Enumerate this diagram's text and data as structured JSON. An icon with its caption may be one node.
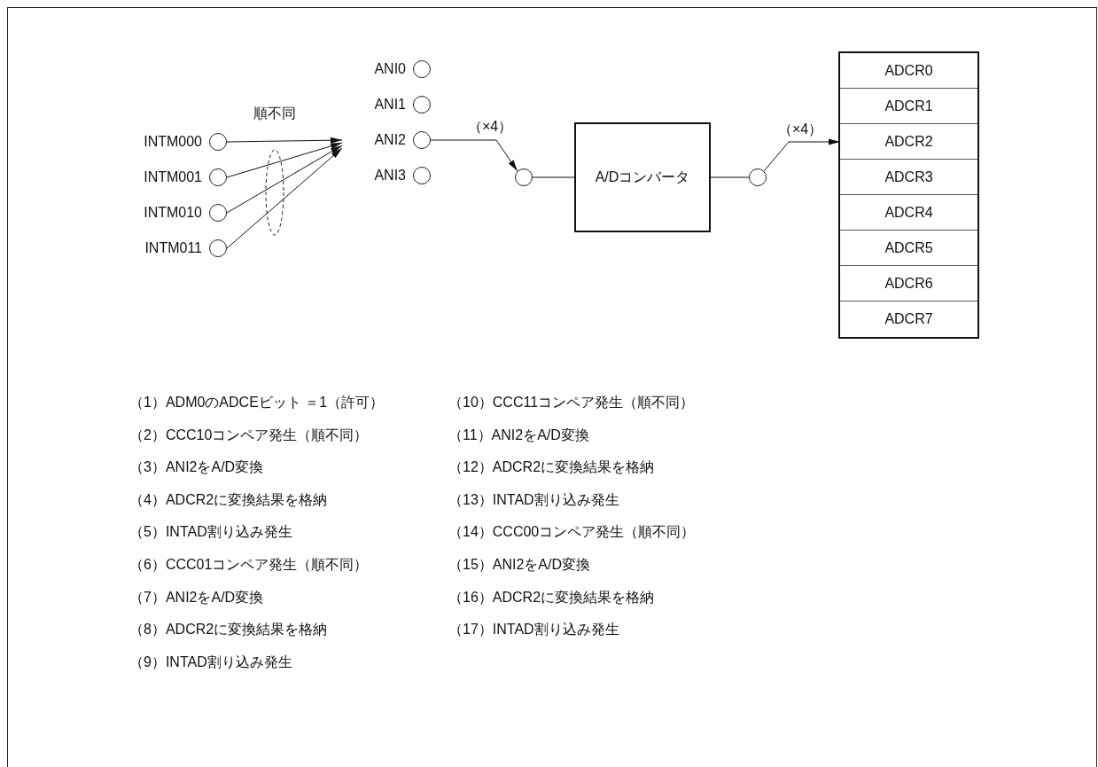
{
  "diagram": {
    "nodes": [
      {
        "text": [],
        "shape": "circle",
        "beside": [
          "INTM000"
        ]
      },
      {
        "text": [],
        "shape": "circle",
        "beside": [
          "INTM001"
        ]
      },
      {
        "text": [],
        "shape": "circle",
        "beside": [
          "INTM010"
        ]
      },
      {
        "text": [],
        "shape": "circle",
        "beside": [
          "INTM011"
        ]
      },
      {
        "text": [],
        "shape": "circle",
        "beside": [
          "ANI0"
        ]
      },
      {
        "text": [],
        "shape": "circle",
        "beside": [
          "ANI1"
        ]
      },
      {
        "text": [],
        "shape": "circle",
        "beside": [
          "ANI2"
        ]
      },
      {
        "text": [],
        "shape": "circle",
        "beside": [
          "ANI3"
        ]
      },
      {
        "text": [],
        "shape": "circle"
      },
      {
        "text": [
          "A/Dコンバータ"
        ]
      },
      {
        "text": [],
        "shape": "circle"
      },
      {
        "text": [],
        "shape": "box"
      },
      {
        "text": [
          "ADCR0"
        ],
        "in": 11
      },
      {
        "text": [
          "ADCR1"
        ],
        "in": 11
      },
      {
        "text": [
          "ADCR2"
        ],
        "in": 11
      },
      {
        "text": [
          "ADCR3"
        ],
        "in": 11
      },
      {
        "text": [
          "ADCR4"
        ],
        "in": 11
      },
      {
        "text": [
          "ADCR5"
        ],
        "in": 11
      },
      {
        "text": [
          "ADCR6"
        ],
        "in": 11
      },
      {
        "text": [
          "ADCR7"
        ],
        "in": 11
      }
    ],
    "edges": [
      {
        "from": 0,
        "to": 6,
        "arrow": "to"
      },
      {
        "from": 1,
        "to": 6,
        "arrow": "to"
      },
      {
        "from": 2,
        "to": 6,
        "arrow": "to"
      },
      {
        "from": 3,
        "to": 6,
        "arrow": "to"
      },
      {
        "from": 6,
        "to": 8,
        "arrow": "to",
        "label": "（×4）"
      },
      {
        "from": 8,
        "to": 9,
        "arrow": "none"
      },
      {
        "from": 9,
        "to": 10,
        "arrow": "none"
      },
      {
        "from": 10,
        "to": 14,
        "arrow": "to",
        "label": "（×4）"
      }
    ],
    "labels": [
      "順不同",
      "（1）ADM0のADCEビット ＝1（許可）",
      "（2）CCC10コンペア発生（順不同）",
      "（3）ANI2をA/D変換",
      "（4）ADCR2に変換結果を格納",
      "（5）INTAD割り込み発生",
      "（6）CCC01コンペア発生（順不同）",
      "（7）ANI2をA/D変換",
      "（8）ADCR2に変換結果を格納",
      "（9）INTAD割り込み発生",
      "（10）CCC11コンペア発生（順不同）",
      "（11）ANI2をA/D変換",
      "（12）ADCR2に変換結果を格納",
      "（13）INTAD割り込み発生",
      "（14）CCC00コンペア発生（順不同）",
      "（15）ANI2をA/D変換",
      "（16）ADCR2に変換結果を格納",
      "（17）INTAD割り込み発生"
    ]
  }
}
